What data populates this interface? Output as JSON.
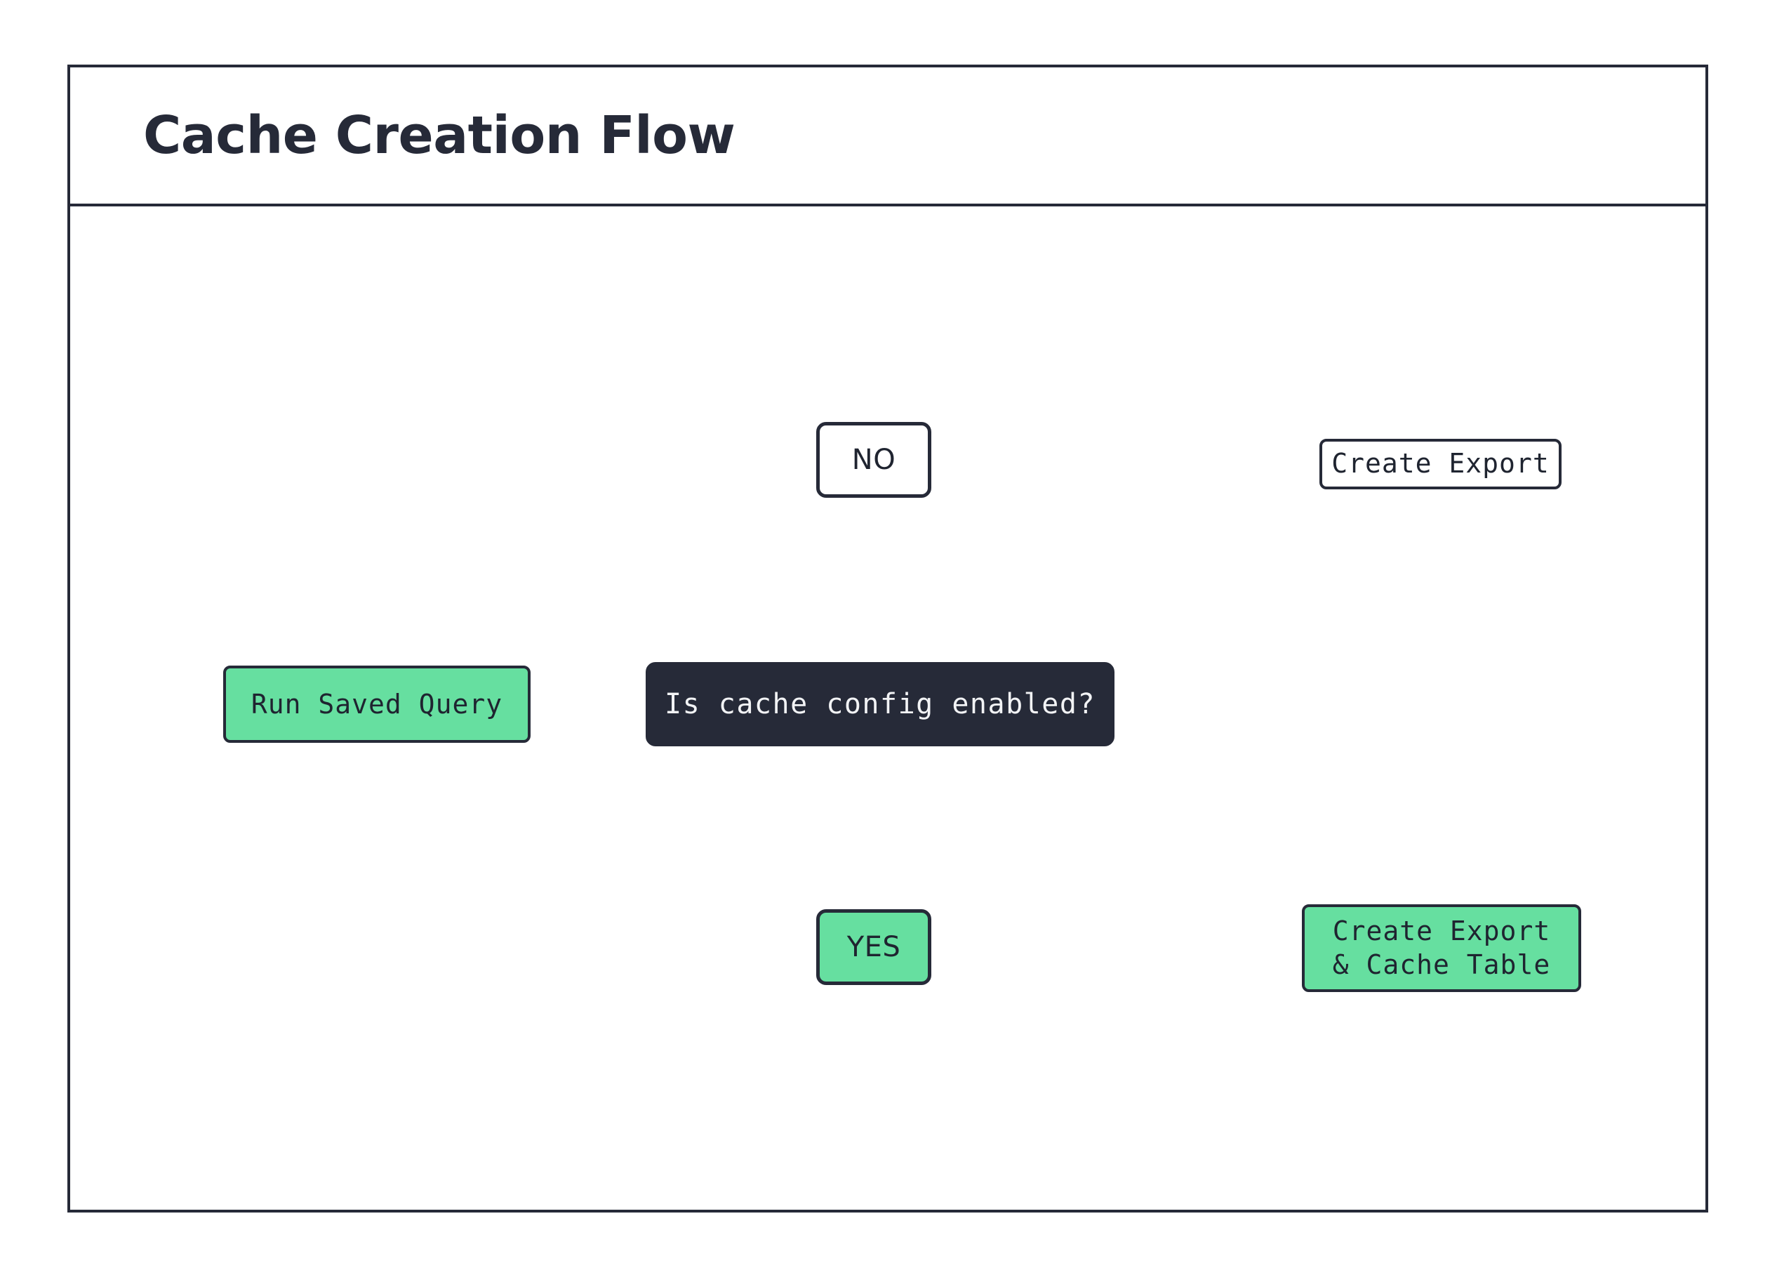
{
  "diagram": {
    "title": "Cache Creation Flow",
    "colors": {
      "ink": "#262a38",
      "green": "#66dfa0",
      "decision_bg": "#262a38",
      "decision_text": "#f2f3f5",
      "edge": "#000000",
      "background": "#ffffff"
    },
    "nodes": {
      "start": {
        "label": "Run Saved Query",
        "shape": "rounded-rect",
        "fill": "green"
      },
      "decision": {
        "label": "Is cache config enabled?",
        "shape": "rounded-rect",
        "fill": "dark"
      },
      "branch_no": {
        "label": "NO",
        "shape": "rounded-rect",
        "fill": "white"
      },
      "branch_yes": {
        "label": "YES",
        "shape": "rounded-rect",
        "fill": "green"
      },
      "db_top": {
        "label": "Create Export",
        "shape": "database-cylinder",
        "fill": "white"
      },
      "db_bottom": {
        "label": "Create Export\n& Cache Table",
        "shape": "database-cylinder",
        "fill": "green"
      }
    },
    "edges": [
      {
        "from": "start",
        "to": "decision",
        "label": ""
      },
      {
        "from": "decision",
        "to": "branch_no",
        "label": ""
      },
      {
        "from": "decision",
        "to": "branch_yes",
        "label": ""
      },
      {
        "from": "branch_no",
        "to": "db_top",
        "label": ""
      },
      {
        "from": "branch_yes",
        "to": "db_bottom",
        "label": ""
      }
    ]
  }
}
